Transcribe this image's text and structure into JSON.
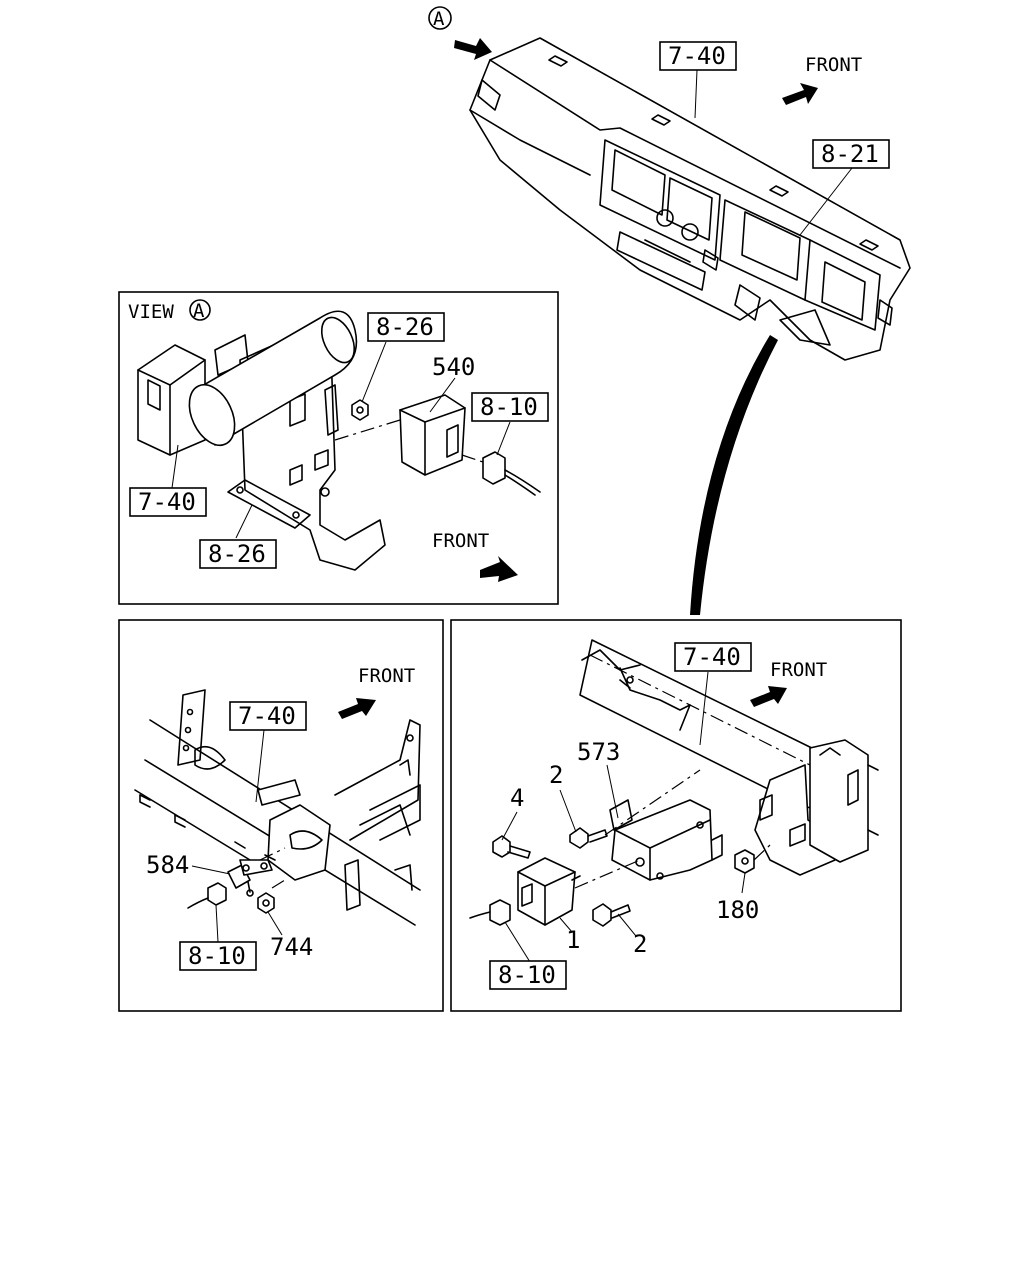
{
  "top": {
    "circle_marker": "A",
    "ref_dashboard": "7-40",
    "ref_cluster": "8-21",
    "front_label": "FRONT"
  },
  "view_a": {
    "title": "VIEW",
    "title_marker": "A",
    "ref_top": "8-26",
    "part_module": "540",
    "ref_connector": "8-10",
    "ref_dashboard": "7-40",
    "ref_bottom": "8-26",
    "front_label": "FRONT"
  },
  "bottom_left": {
    "front_label": "FRONT",
    "ref_dashboard": "7-40",
    "part_sensor": "584",
    "part_nut": "744",
    "ref_connector": "8-10"
  },
  "bottom_right": {
    "ref_dashboard": "7-40",
    "front_label": "FRONT",
    "part_bracket": "573",
    "part_bolt_upper": "2",
    "part_bolt_4": "4",
    "part_unit": "1",
    "part_bolt_lower": "2",
    "part_nut": "180",
    "ref_connector": "8-10"
  },
  "icons": {
    "arrow": "front-arrow-icon",
    "circle": "view-marker-icon"
  }
}
